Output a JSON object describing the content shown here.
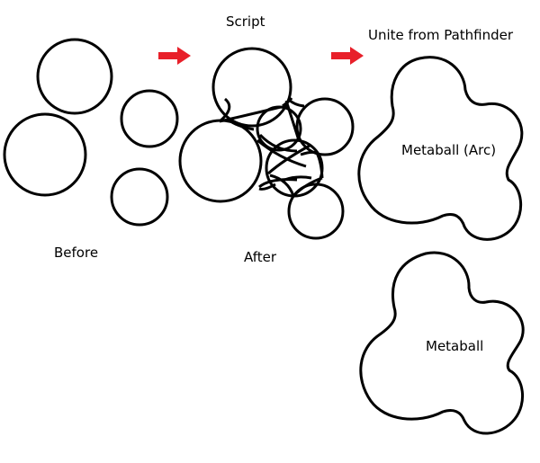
{
  "labels": {
    "script": "Script",
    "unite": "Unite from Pathfinder",
    "before": "Before",
    "after": "After",
    "metaball_arc": "Metaball (Arc)",
    "metaball": "Metaball"
  },
  "colors": {
    "stroke": "#000000",
    "arrow": "#e8202a",
    "background": "#ffffff"
  },
  "icons": {
    "arrow_1": "right-arrow-icon",
    "arrow_2": "right-arrow-icon"
  }
}
